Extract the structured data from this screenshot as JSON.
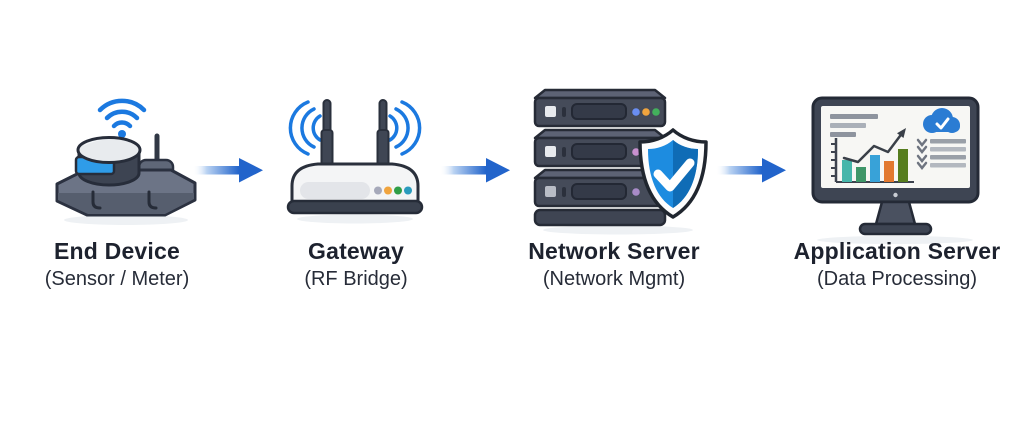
{
  "diagram": {
    "type": "flow-architecture",
    "background": "#ffffff",
    "nodes": [
      {
        "id": "end-device",
        "label": "End Device",
        "sublabel": "(Sensor / Meter)",
        "icon": "iot-sensor-icon"
      },
      {
        "id": "gateway",
        "label": "Gateway",
        "sublabel": "(RF Bridge)",
        "icon": "wifi-router-icon"
      },
      {
        "id": "network-server",
        "label": "Network Server",
        "sublabel": "(Network Mgmt)",
        "icon": "server-rack-shield-icon"
      },
      {
        "id": "application-server",
        "label": "Application Server",
        "sublabel": "(Data Processing)",
        "icon": "analytics-monitor-icon"
      }
    ],
    "connections": [
      {
        "from": "end-device",
        "to": "gateway",
        "style": "gradient-arrow"
      },
      {
        "from": "gateway",
        "to": "network-server",
        "style": "gradient-arrow"
      },
      {
        "from": "network-server",
        "to": "application-server",
        "style": "gradient-arrow"
      }
    ],
    "colors": {
      "accent_blue": "#2264cb",
      "wifi_blue": "#1b79e0",
      "shield_blue": "#1d8ce0",
      "shield_blue_dark": "#0f6cb6",
      "text": "#1d222e",
      "device_dark": "#3e4552",
      "device_gray": "#6c7486",
      "led_orange": "#f0a43e",
      "led_green": "#3ba152",
      "led_teal": "#2f9cb8"
    }
  }
}
